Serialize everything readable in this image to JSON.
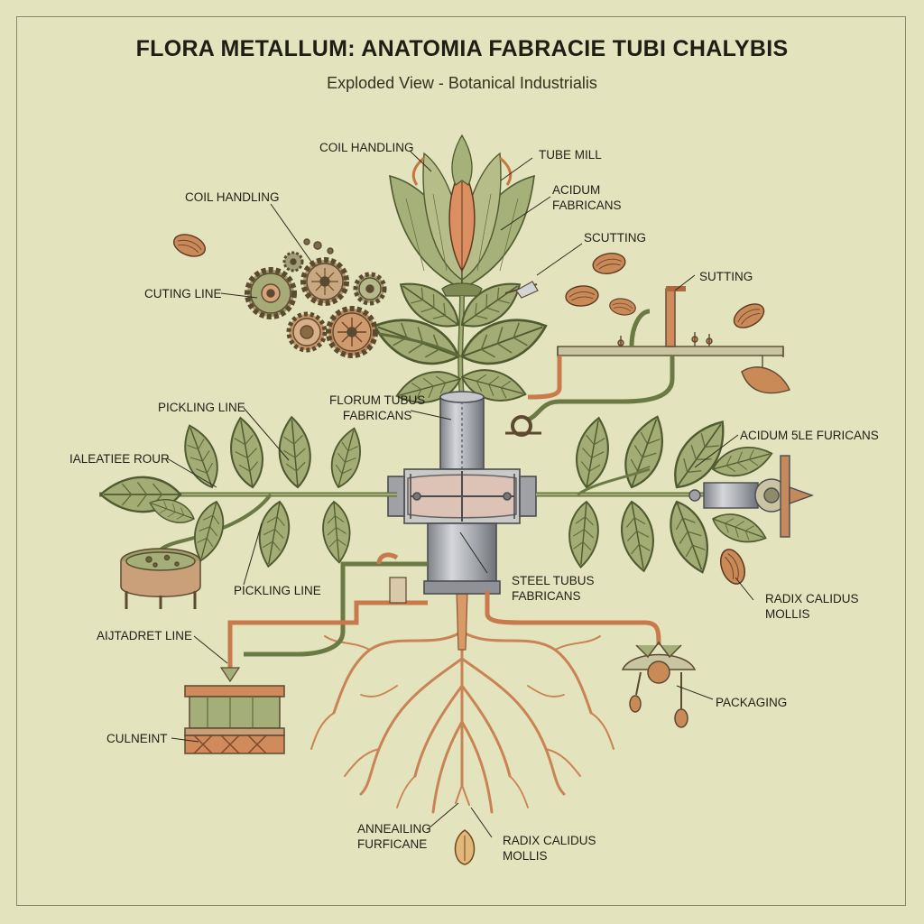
{
  "title": "FLORA METALLUM: ANATOMIA FABRACIE TUBI CHALYBIS",
  "subtitle": "Exploded View - Botanical Industrialis",
  "labels": {
    "coil_handling_top": "COIL HANDLING",
    "tube_mill": "TUBE MILL",
    "acidum_fabricans": "ACIDUM\nFABRICANS",
    "coil_handling_left": "COIL HANDLING",
    "scutting": "SCUTTING",
    "sutting": "SUTTING",
    "cuting_line": "CUTING LINE",
    "pickling_line_top": "PICKLING LINE",
    "florum_tubus": "FLORUM TUBUS\nFABRICANS",
    "acidum_sle": "ACIDUM 5LE FURICANS",
    "ialeatiee_rour": "IALEATIEE ROUR",
    "pickling_line_bottom": "PICKLING LINE",
    "steel_tubus": "STEEL TUBUS\nFABRICANS",
    "radix_right": "RADIX CALIDUS\nMOLLIS",
    "aijtadret_line": "AIJTADRET LINE",
    "packaging": "PACKAGING",
    "culneint": "CULNEINT",
    "annealing": "ANNEAILING\nFURFICANE",
    "radix_bottom": "RADIX CALIDUS\nMOLLIS"
  },
  "colors": {
    "background": "#e3e3bd",
    "leaf": "#a7b07a",
    "leaf_dark": "#5f6b3c",
    "copper": "#d59a6a",
    "steel": "#a6a8ad",
    "root": "#cf8a5a"
  }
}
